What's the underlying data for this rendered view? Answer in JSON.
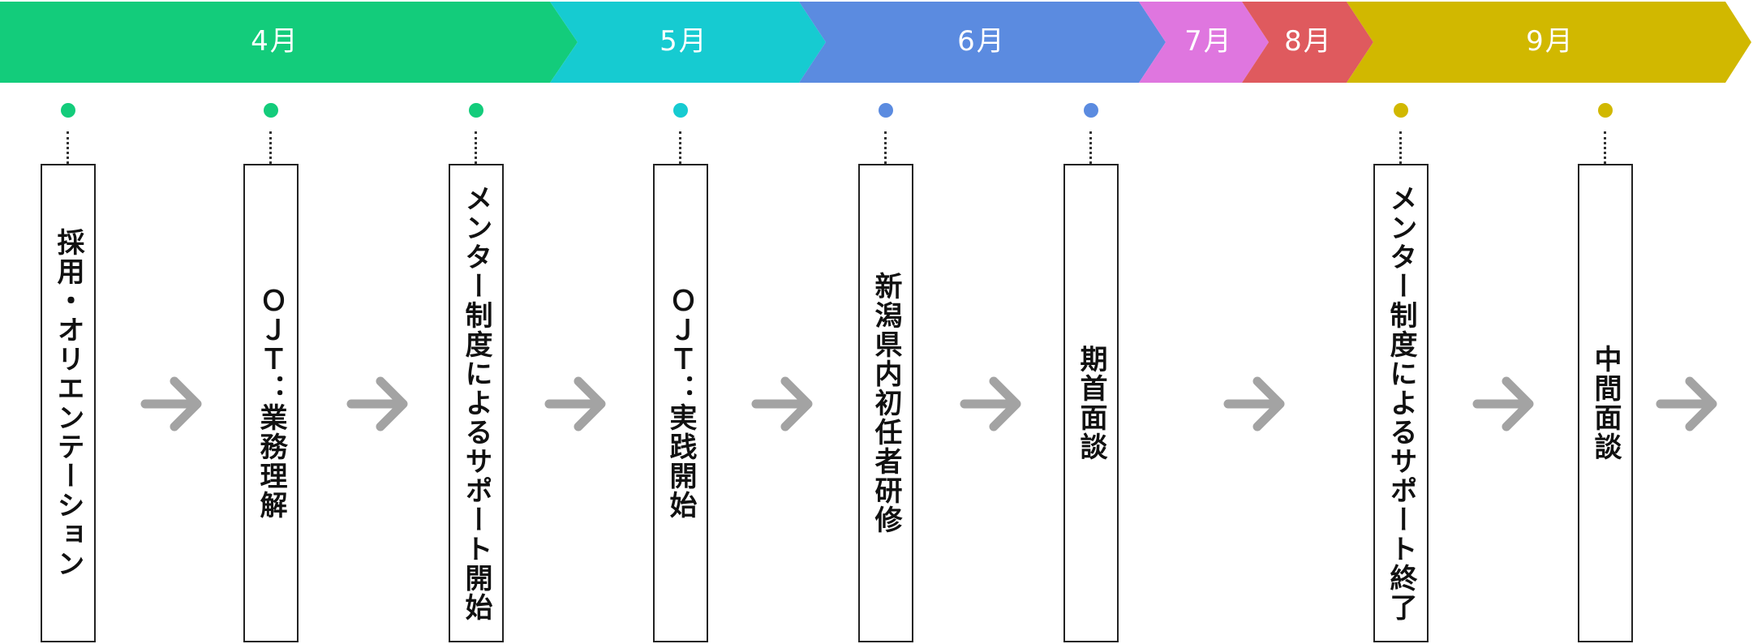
{
  "months": [
    {
      "label": "4月",
      "color": "#13cc7b"
    },
    {
      "label": "5月",
      "color": "#16cbd1"
    },
    {
      "label": "6月",
      "color": "#5b8be0"
    },
    {
      "label": "7月",
      "color": "#df76df"
    },
    {
      "label": "8月",
      "color": "#df5a5e"
    },
    {
      "label": "9月",
      "color": "#d1b800"
    }
  ],
  "steps": [
    {
      "text": "採用・オリエンテーション",
      "month": "4月",
      "color": "#13cc7b"
    },
    {
      "text": "ＯＪＴ：業務理解",
      "month": "4月",
      "color": "#13cc7b"
    },
    {
      "text": "メンター制度によるサポート開始",
      "month": "4月",
      "color": "#13cc7b"
    },
    {
      "text": "ＯＪＴ：実践開始",
      "month": "5月",
      "color": "#16cbd1"
    },
    {
      "text": "新潟県内初任者研修",
      "month": "6月",
      "color": "#5b8be0"
    },
    {
      "text": "期首面談",
      "month": "6月",
      "color": "#5b8be0"
    },
    {
      "text": "メンター制度によるサポート終了",
      "month": "9月",
      "color": "#d1b800"
    },
    {
      "text": "中間面談",
      "month": "9月",
      "color": "#d1b800"
    }
  ],
  "arrow_color": "#a3a3a3"
}
